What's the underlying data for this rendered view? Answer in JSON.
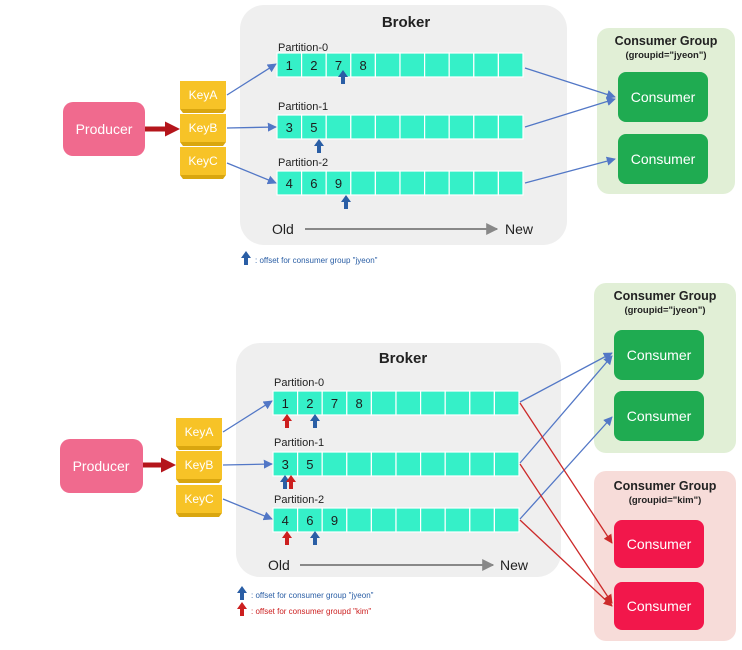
{
  "top": {
    "broker_title": "Broker",
    "producer": "Producer",
    "keys": [
      "KeyA",
      "KeyB",
      "KeyC"
    ],
    "partitions": [
      {
        "label": "Partition-0",
        "values": [
          "1",
          "2",
          "7",
          "8"
        ]
      },
      {
        "label": "Partition-1",
        "values": [
          "3",
          "5"
        ]
      },
      {
        "label": "Partition-2",
        "values": [
          "4",
          "6",
          "9"
        ]
      }
    ],
    "old_label": "Old",
    "new_label": "New",
    "legend": ": offset for consumer group \"jyeon\"",
    "group": {
      "title": "Consumer Group",
      "subtitle": "(groupid=\"jyeon\")",
      "consumers": [
        "Consumer",
        "Consumer"
      ]
    }
  },
  "bottom": {
    "broker_title": "Broker",
    "producer": "Producer",
    "keys": [
      "KeyA",
      "KeyB",
      "KeyC"
    ],
    "partitions": [
      {
        "label": "Partition-0",
        "values": [
          "1",
          "2",
          "7",
          "8"
        ]
      },
      {
        "label": "Partition-1",
        "values": [
          "3",
          "5"
        ]
      },
      {
        "label": "Partition-2",
        "values": [
          "4",
          "6",
          "9"
        ]
      }
    ],
    "old_label": "Old",
    "new_label": "New",
    "legend_blue": ": offset for consumer group \"jyeon\"",
    "legend_red": ": offset for consumer groupd \"kim\"",
    "groups": [
      {
        "title": "Consumer Group",
        "subtitle": "(groupid=\"jyeon\")",
        "consumers": [
          "Consumer",
          "Consumer"
        ]
      },
      {
        "title": "Consumer Group",
        "subtitle": "(groupid=\"kim\")",
        "consumers": [
          "Consumer",
          "Consumer"
        ]
      }
    ]
  },
  "colors": {
    "producer": "#f06a8e",
    "key": "#f7c327",
    "partition": "#35f0c8",
    "partition_border": "#0fb99a",
    "broker_bg": "#efefef",
    "group_green_bg": "#e1efd6",
    "group_red_bg": "#f7dcd9",
    "consumer_green": "#1fab51",
    "consumer_red": "#f2174b",
    "blue_line": "#5277c6",
    "red_line": "#cc2a2a",
    "offset_blue": "#2a5ea5",
    "offset_red": "#cc1f1f",
    "producer_arrow": "#b4151b"
  }
}
